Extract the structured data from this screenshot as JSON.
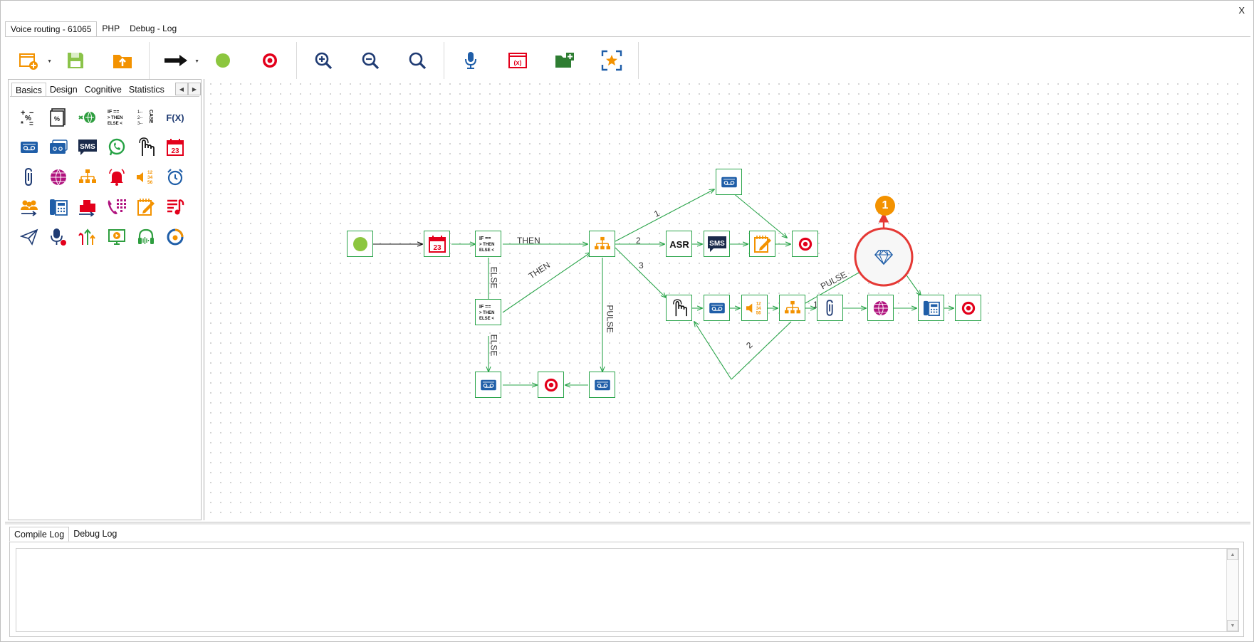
{
  "window": {
    "close_label": "X"
  },
  "top_tabs": [
    {
      "label": "Voice routing - 61065",
      "active": true
    },
    {
      "label": "PHP",
      "active": false
    },
    {
      "label": "Debug - Log",
      "active": false
    }
  ],
  "palette_tabs": [
    {
      "label": "Basics",
      "active": true
    },
    {
      "label": "Design",
      "active": false
    },
    {
      "label": "Cognitive",
      "active": false
    },
    {
      "label": "Statistics",
      "active": false
    }
  ],
  "palette_glyphs": {
    "sms": "SMS",
    "fx": "F(X)",
    "calendar_day": "23",
    "case": "CASE",
    "if_then": "IF ==\n> THEN\nELSE <"
  },
  "log_tabs": [
    {
      "label": "Compile Log",
      "active": true
    },
    {
      "label": "Debug Log",
      "active": false
    }
  ],
  "flow": {
    "labels": {
      "then_top": "THEN",
      "then_diag": "THEN",
      "else_1": "ELSE",
      "else_2": "ELSE",
      "pulse_v": "PULSE",
      "pulse_diag": "PULSE",
      "branch_1_top": "1",
      "branch_2": "2",
      "branch_3": "3",
      "branch_1_lower": "1",
      "branch_2_loop": "2"
    },
    "node_text": {
      "asr": "ASR",
      "sms": "SMS",
      "calendar": "23",
      "badge": "1"
    }
  },
  "colors": {
    "accent": "#2aa44a",
    "orange": "#f39200",
    "red": "#e3001b",
    "blue": "#1f5ea8",
    "badge_ring": "#e53935"
  }
}
